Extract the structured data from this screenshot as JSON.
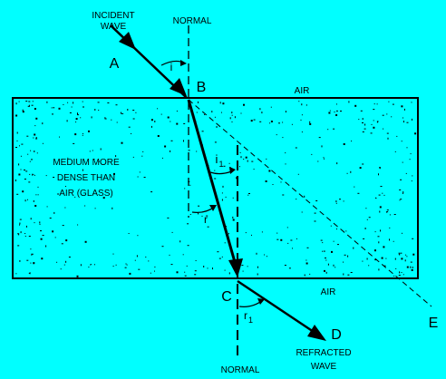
{
  "labels": {
    "incident_wave": [
      "INCIDENT",
      "WAVE"
    ],
    "normal_top": "NORMAL",
    "normal_bottom": "NORMAL",
    "air_top": "AIR",
    "air_bottom": "AIR",
    "medium": [
      "MEDIUM MORE",
      "DENSE THAN",
      "AIR (GLASS)"
    ],
    "refracted_wave": [
      "REFRACTED",
      "WAVE"
    ]
  },
  "points": {
    "A": "A",
    "B": "B",
    "C": "C",
    "D": "D",
    "E": "E"
  },
  "angles": {
    "incidence": "i",
    "incidence_inner": "i",
    "incidence_inner_sub": "1",
    "refraction": "r",
    "refraction_outer": "r",
    "refraction_outer_sub": "1"
  },
  "colors": {
    "background": "#00ffff",
    "ink": "#000000"
  }
}
